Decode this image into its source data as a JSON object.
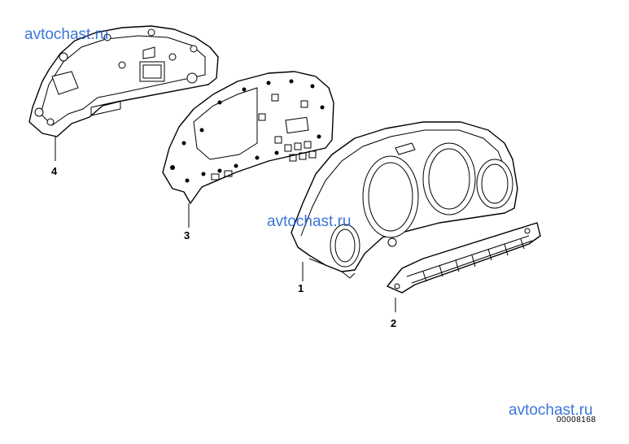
{
  "callouts": {
    "part_1": "1",
    "part_2": "2",
    "part_3": "3",
    "part_4": "4"
  },
  "watermarks": {
    "top_left": "avtochast.ru",
    "center": "avtochast.ru",
    "bottom_right": "avtochast.ru"
  },
  "reference_number": "00008168",
  "colors": {
    "line": "#000000",
    "watermark": "#1a5fd0",
    "background": "#ffffff"
  }
}
